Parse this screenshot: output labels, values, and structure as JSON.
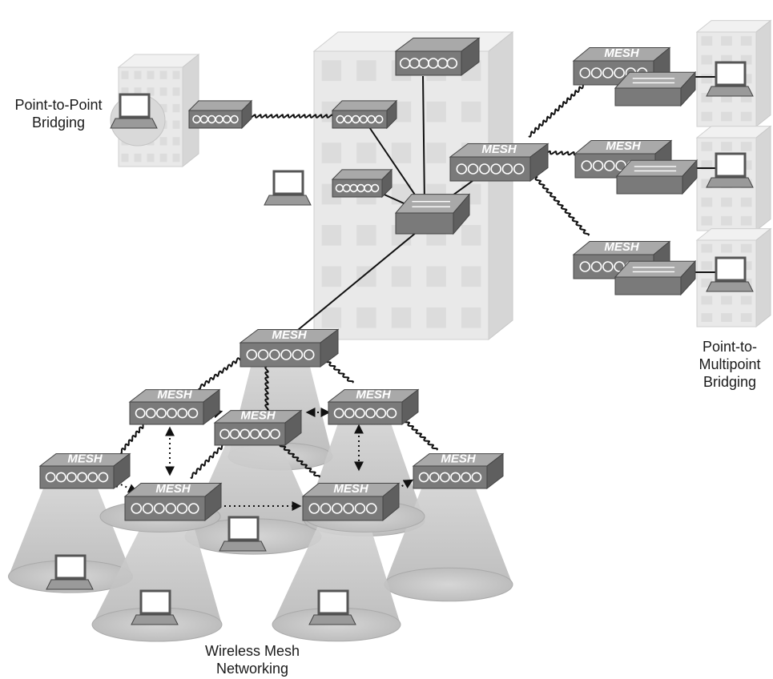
{
  "labels": {
    "point_to_point": [
      "Point-to-Point",
      "Bridging"
    ],
    "point_to_multipoint": [
      "Point-to-",
      "Multipoint",
      "Bridging"
    ],
    "wireless_mesh": [
      "Wireless Mesh",
      "Networking"
    ]
  },
  "device_label": "MESH",
  "colors": {
    "building_front": "#e9e9e9",
    "building_side": "#d6d6d6",
    "window": "#dcdcdc",
    "device_top": "#a9a9a9",
    "device_front": "#7a7a7a",
    "device_side": "#5f5f5f",
    "cone": "#c4c4c4",
    "line": "#111111"
  }
}
